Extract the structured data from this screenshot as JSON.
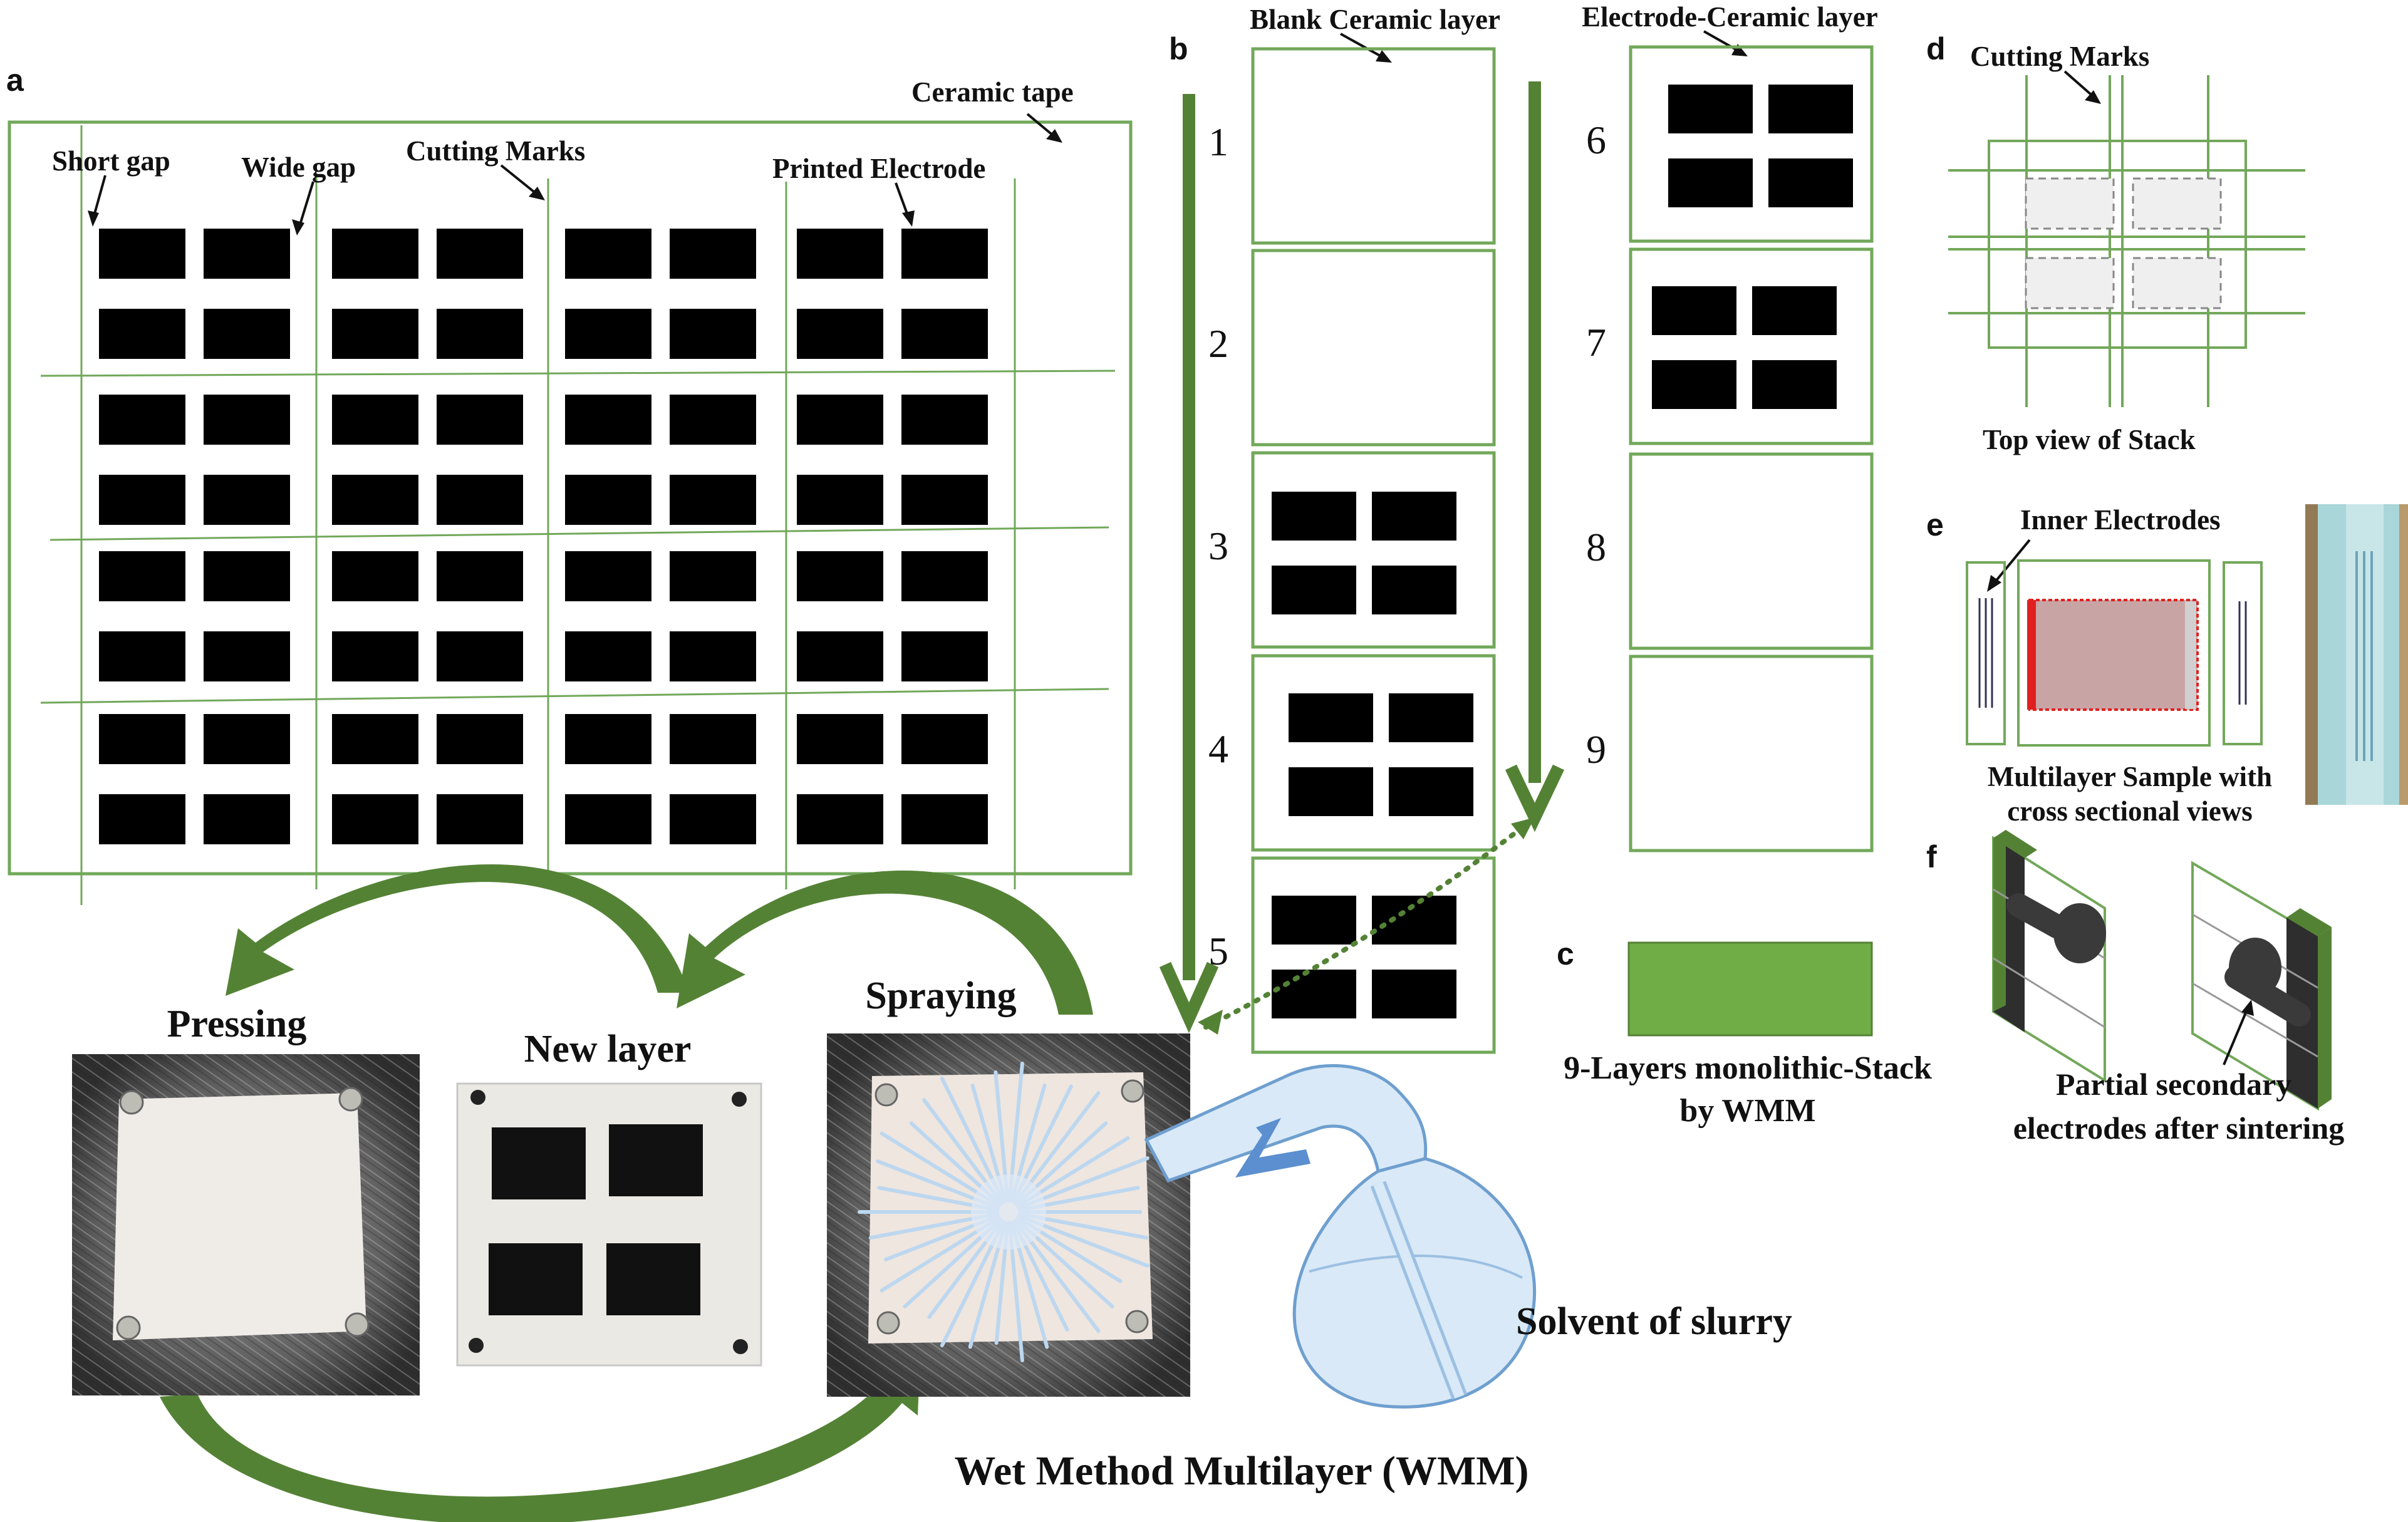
{
  "panels": {
    "a": "a",
    "b": "b",
    "c": "c",
    "d": "d",
    "e": "e",
    "f": "f"
  },
  "panel_a": {
    "ceramic_tape": "Ceramic tape",
    "short_gap": "Short gap",
    "wide_gap": "Wide gap",
    "cutting_marks": "Cutting Marks",
    "printed_electrode": "Printed Electrode"
  },
  "panel_b": {
    "blank_layer": "Blank Ceramic layer",
    "electrode_layer": "Electrode-Ceramic layer",
    "layers": [
      {
        "num": "1",
        "electrodes": false
      },
      {
        "num": "2",
        "electrodes": false
      },
      {
        "num": "3",
        "electrodes": true
      },
      {
        "num": "4",
        "electrodes": true
      },
      {
        "num": "5",
        "electrodes": true
      },
      {
        "num": "6",
        "electrodes": true
      },
      {
        "num": "7",
        "electrodes": true
      },
      {
        "num": "8",
        "electrodes": false
      },
      {
        "num": "9",
        "electrodes": false
      }
    ]
  },
  "panel_c": {
    "line1": "9-Layers monolithic-Stack",
    "line2": "by WMM"
  },
  "panel_d": {
    "cutting_marks": "Cutting Marks",
    "top_view": "Top view of Stack"
  },
  "panel_e": {
    "inner_electrodes": "Inner Electrodes",
    "line1": "Multilayer Sample with",
    "line2": "cross sectional views"
  },
  "panel_f": {
    "line1": "Partial secondary",
    "line2": "electrodes after sintering"
  },
  "process": {
    "pressing": "Pressing",
    "new_layer": "New layer",
    "spraying": "Spraying",
    "solvent": "Solvent of slurry",
    "wmm": "Wet Method Multilayer (WMM)"
  },
  "colors": {
    "green_line": "#72a85a",
    "green_arrow": "#548235",
    "green_fill": "#70ad47",
    "electrode": "#000000",
    "spray_blue": "#bcd7ef"
  }
}
